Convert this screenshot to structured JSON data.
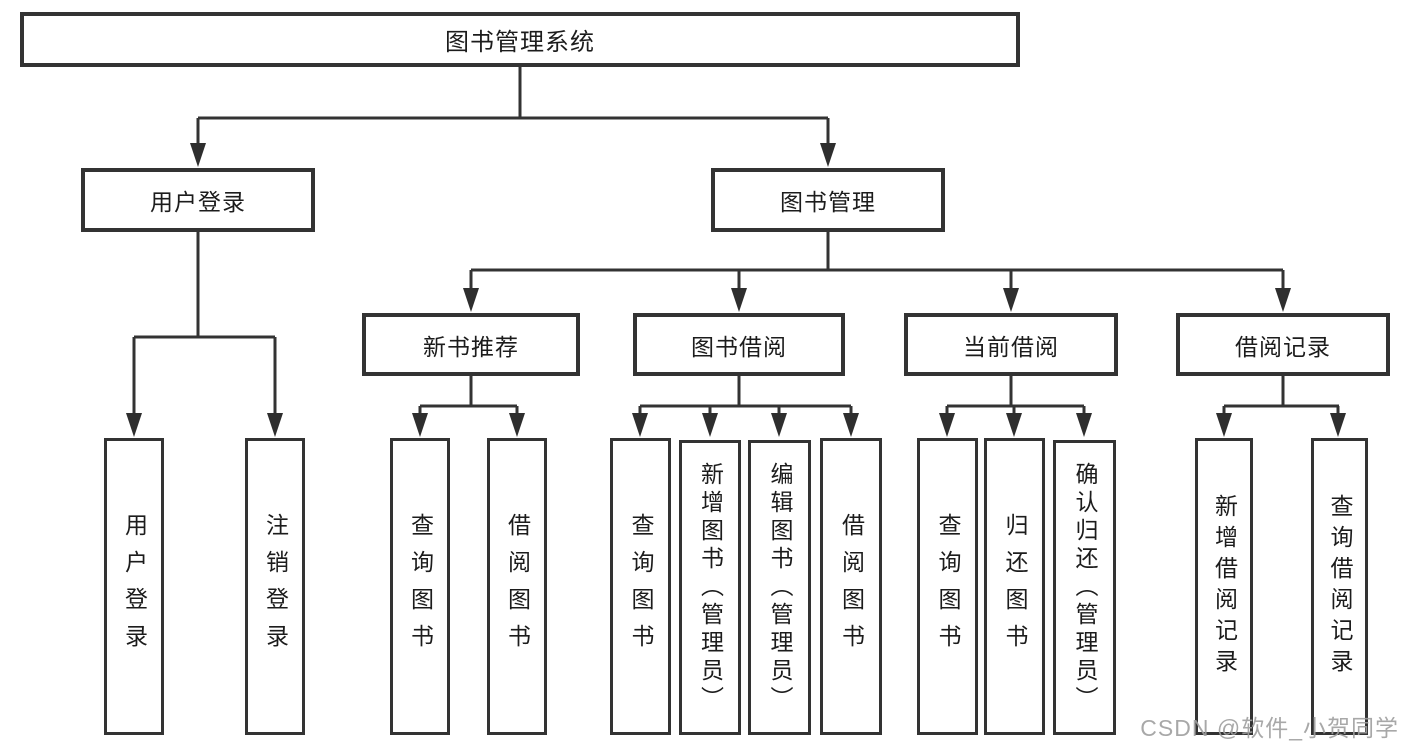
{
  "diagram": {
    "root": {
      "label": "图书管理系统"
    },
    "level2": [
      {
        "label": "用户登录"
      },
      {
        "label": "图书管理"
      }
    ],
    "level3": [
      {
        "label": "新书推荐"
      },
      {
        "label": "图书借阅"
      },
      {
        "label": "当前借阅"
      },
      {
        "label": "借阅记录"
      }
    ],
    "leaves": {
      "user_login": [
        {
          "label": "用户登录"
        },
        {
          "label": "注销登录"
        }
      ],
      "new_book": [
        {
          "label": "查询图书"
        },
        {
          "label": "借阅图书"
        }
      ],
      "book_borrow": [
        {
          "label": "查询图书"
        },
        {
          "label": "新增图书（管理员）"
        },
        {
          "label": "编辑图书（管理员）"
        },
        {
          "label": "借阅图书"
        }
      ],
      "current_borrow": [
        {
          "label": "查询图书"
        },
        {
          "label": "归还图书"
        },
        {
          "label": "确认归还（管理员）"
        }
      ],
      "borrow_record": [
        {
          "label": "新增借阅记录"
        },
        {
          "label": "查询借阅记录"
        }
      ]
    },
    "watermark": "CSDN @软件_小贺同学",
    "colors": {
      "line": "#333333",
      "border": "#333333",
      "text": "#1c1c1c",
      "watermark": "#9e9e9e",
      "background": "#ffffff"
    }
  }
}
